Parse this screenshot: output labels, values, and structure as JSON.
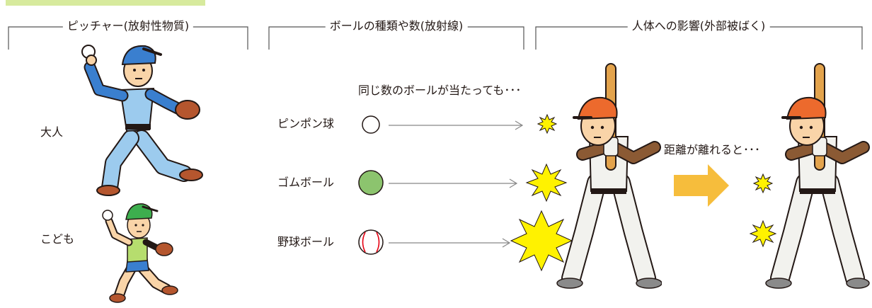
{
  "header_left": "ピッチャー(放射性物質)",
  "header_mid": "ボールの種類や数(放射線)",
  "header_right": "人体への影響(外部被ばく)",
  "label_adult": "大人",
  "label_child": "こども",
  "caption_same_balls": "同じ数のボールが当たっても･･･",
  "caption_distance": "距離が離れると･･･",
  "balls": [
    {
      "label": "ピンポン球",
      "fill": "#ffffff"
    },
    {
      "label": "ゴムボール",
      "fill": "#8cc46e"
    },
    {
      "label": "野球ボール",
      "fill": "#ffffff"
    }
  ],
  "colors": {
    "accent_bar": "#d7ea9d",
    "impact_star": "#fff200",
    "big_arrow": "#f6bd3c",
    "adult_uniform": "#9ccbee",
    "adult_cap": "#3a7fcf",
    "child_shirt": "#b6dd6e",
    "child_cap": "#3dae4e",
    "batter_cap": "#ec6a2d",
    "bat": "#e3a34c"
  }
}
